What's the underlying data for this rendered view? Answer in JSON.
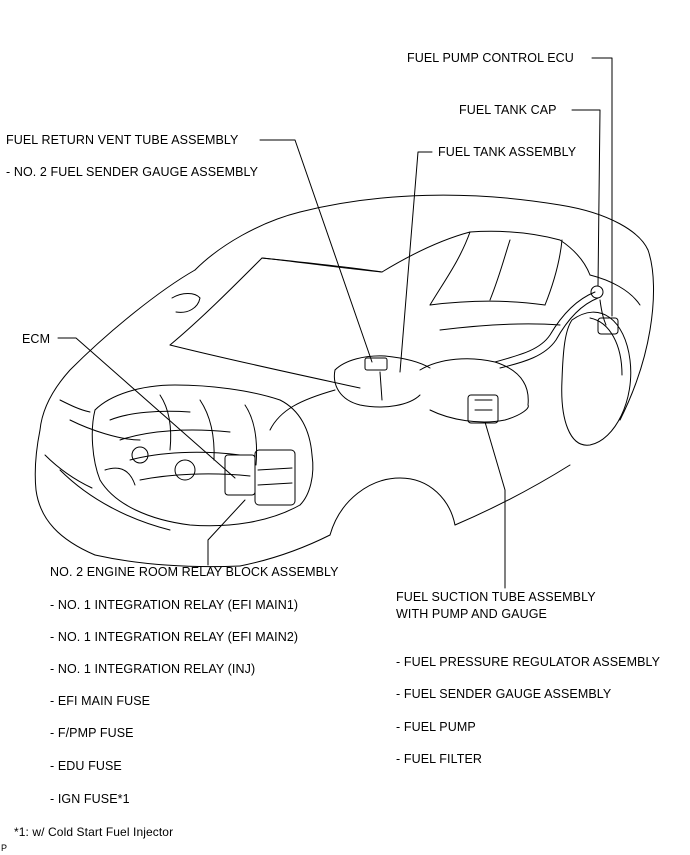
{
  "labels": {
    "fuel_pump_control_ecu": "FUEL PUMP CONTROL ECU",
    "fuel_tank_cap": "FUEL TANK CAP",
    "fuel_return_vent_tube": "FUEL RETURN VENT TUBE ASSEMBLY",
    "no2_fuel_sender_gauge": "- NO. 2 FUEL SENDER GAUGE ASSEMBLY",
    "fuel_tank_assembly": "FUEL TANK ASSEMBLY",
    "ecm": "ECM",
    "no2_engine_room_relay_block": "NO. 2 ENGINE ROOM RELAY BLOCK ASSEMBLY",
    "relay_efi_main1": "- NO. 1 INTEGRATION RELAY (EFI MAIN1)",
    "relay_efi_main2": "- NO. 1 INTEGRATION RELAY (EFI MAIN2)",
    "relay_inj": "- NO. 1 INTEGRATION RELAY (INJ)",
    "efi_main_fuse": "- EFI MAIN FUSE",
    "fpmp_fuse": "- F/PMP FUSE",
    "edu_fuse": "- EDU FUSE",
    "ign_fuse": "- IGN FUSE*1",
    "fuel_suction_tube_line1": "FUEL SUCTION TUBE ASSEMBLY",
    "fuel_suction_tube_line2": "WITH PUMP AND GAUGE",
    "fuel_pressure_regulator": "- FUEL PRESSURE REGULATOR ASSEMBLY",
    "fuel_sender_gauge": "- FUEL SENDER GAUGE ASSEMBLY",
    "fuel_pump": "- FUEL PUMP",
    "fuel_filter": "- FUEL FILTER"
  },
  "footnote": "*1: w/ Cold Start Fuel Injector",
  "corner_mark": "P"
}
